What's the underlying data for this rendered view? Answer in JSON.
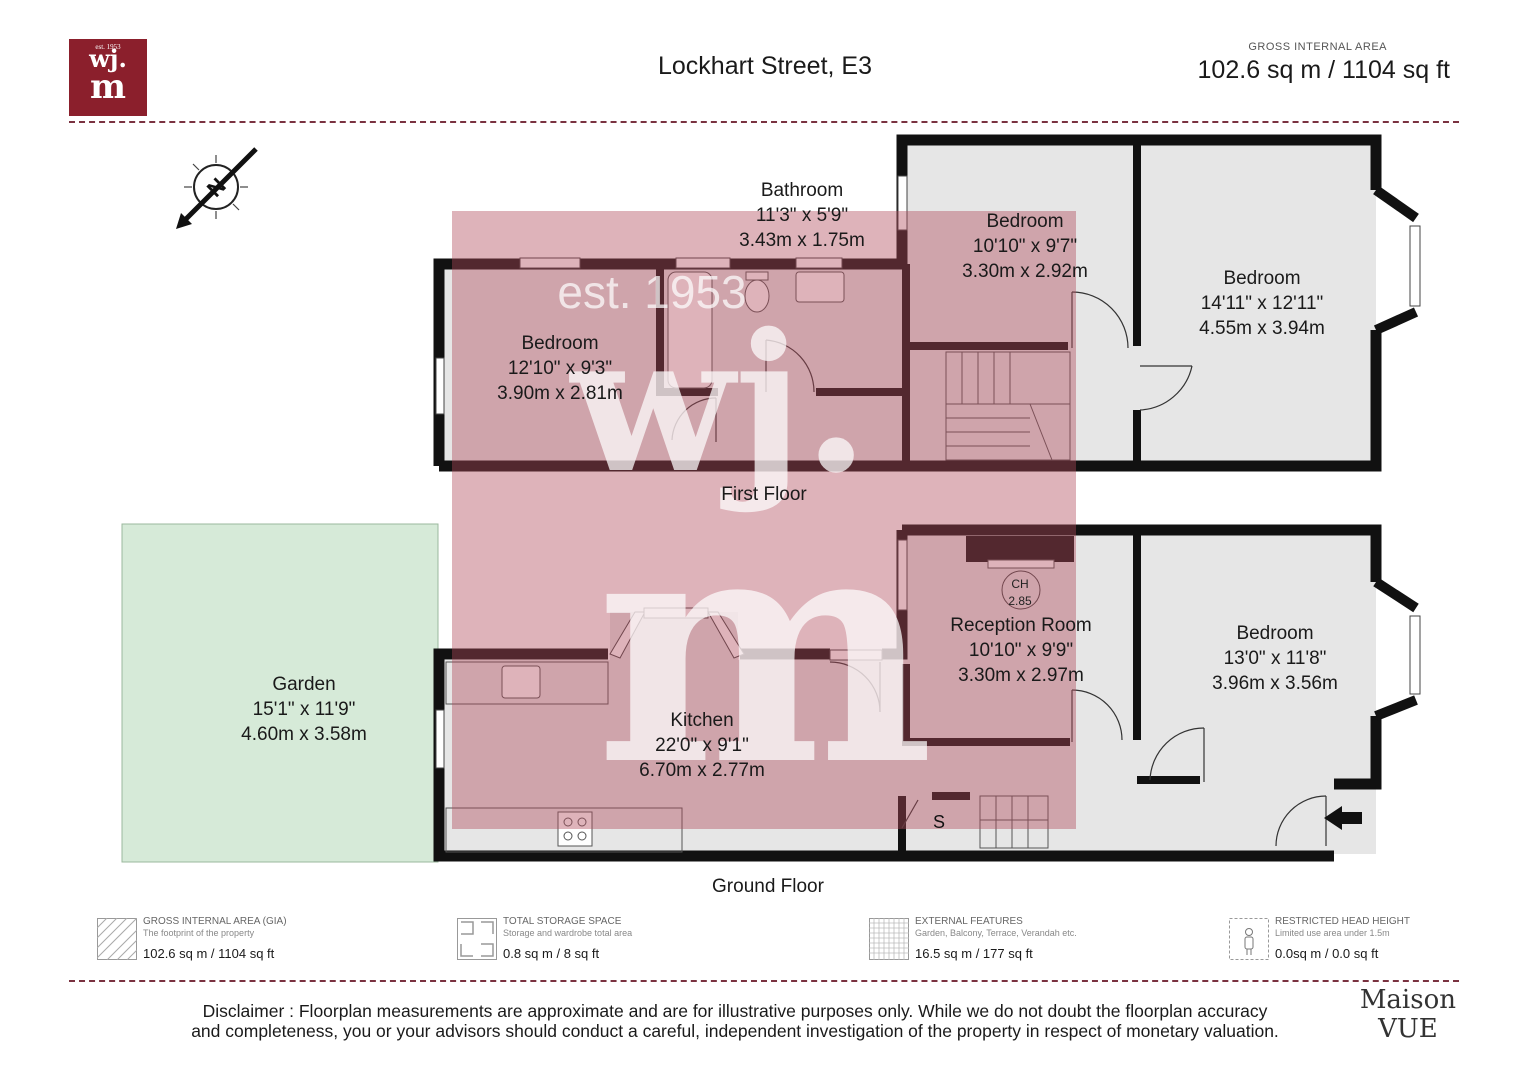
{
  "header": {
    "logo_est": "est. 1953",
    "logo_mark_top": "wj.",
    "logo_mark_bottom": "m",
    "title": "Lockhart Street, E3",
    "gia_caption": "GROSS INTERNAL AREA",
    "gia_value": "102.6 sq m / 1104 sq ft"
  },
  "compass": {
    "label": "N"
  },
  "watermark": {
    "est": "est. 1953",
    "mark_top": "wj.",
    "mark_bottom": "m"
  },
  "first_floor": {
    "label": "First Floor",
    "rooms": [
      {
        "name": "Bathroom",
        "imperial": "11'3\" x 5'9\"",
        "metric": "3.43m x 1.75m"
      },
      {
        "name": "Bedroom",
        "imperial": "10'10\" x 9'7\"",
        "metric": "3.30m x 2.92m"
      },
      {
        "name": "Bedroom",
        "imperial": "14'11\" x 12'11\"",
        "metric": "4.55m x 3.94m"
      },
      {
        "name": "Bedroom",
        "imperial": "12'10\" x 9'3\"",
        "metric": "3.90m x 2.81m"
      }
    ]
  },
  "ground_floor": {
    "label": "Ground Floor",
    "rooms": [
      {
        "name": "Garden",
        "imperial": "15'1\" x 11'9\"",
        "metric": "4.60m x 3.58m"
      },
      {
        "name": "Kitchen",
        "imperial": "22'0\" x 9'1\"",
        "metric": "6.70m x 2.77m"
      },
      {
        "name": "Reception Room",
        "imperial": "10'10\" x 9'9\"",
        "metric": "3.30m x 2.97m"
      },
      {
        "name": "Bedroom",
        "imperial": "13'0\" x 11'8\"",
        "metric": "3.96m x 3.56m"
      }
    ],
    "ceiling_height": {
      "label": "CH",
      "value": "2.85"
    },
    "storage_label": "S"
  },
  "legend": [
    {
      "title": "GROSS INTERNAL AREA (GIA)",
      "subtitle": "The footprint of the property",
      "value": "102.6 sq m / 1104 sq ft"
    },
    {
      "title": "TOTAL STORAGE SPACE",
      "subtitle": "Storage and wardrobe total area",
      "value": "0.8 sq m / 8 sq ft"
    },
    {
      "title": "EXTERNAL FEATURES",
      "subtitle": "Garden, Balcony, Terrace, Verandah etc.",
      "value": "16.5 sq m / 177 sq ft"
    },
    {
      "title": "RESTRICTED HEAD HEIGHT",
      "subtitle": "Limited use area under 1.5m",
      "value": "0.0sq m / 0.0 sq ft"
    }
  ],
  "footer": {
    "disclaimer_line1": "Disclaimer : Floorplan measurements are approximate and are for illustrative purposes only. While we do not doubt the floorplan accuracy",
    "disclaimer_line2": "and completeness, you or your advisors should conduct a careful, independent investigation of the property in respect of monetary valuation.",
    "brand_line1": "Maison",
    "brand_line2": "VUE"
  },
  "colors": {
    "brand": "#8b1f2c",
    "wall": "#111111",
    "room_fill": "#e6e6e6",
    "garden_fill": "#d6ead8",
    "watermark": "#b04a5a",
    "divider": "#7a3240"
  }
}
